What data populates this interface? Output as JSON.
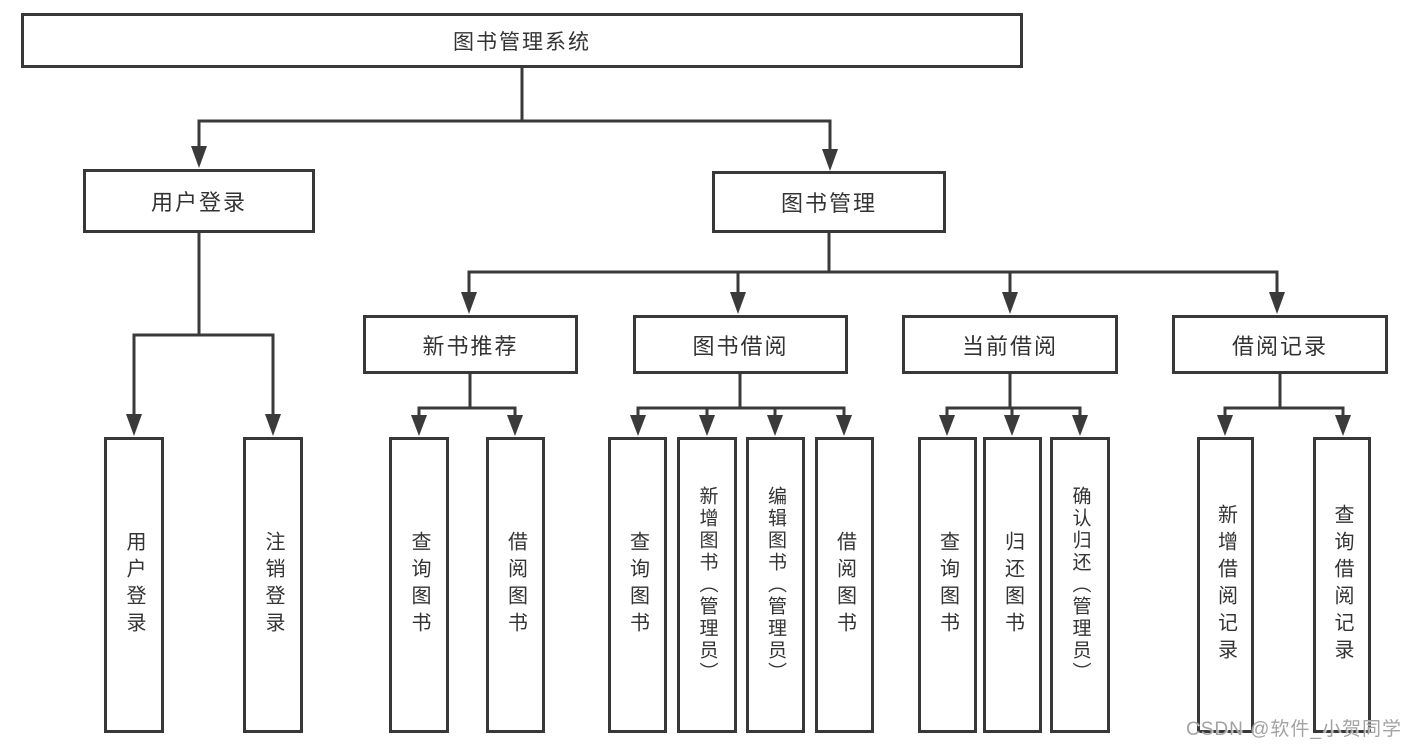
{
  "diagram": {
    "title": "图书管理系统",
    "root": {
      "label": "图书管理系统"
    },
    "level2": [
      {
        "label": "用户登录"
      },
      {
        "label": "图书管理"
      }
    ],
    "level3": [
      {
        "label": "新书推荐"
      },
      {
        "label": "图书借阅"
      },
      {
        "label": "当前借阅"
      },
      {
        "label": "借阅记录"
      }
    ],
    "leaves": [
      {
        "label": "用户登录",
        "parent": "用户登录"
      },
      {
        "label": "注销登录",
        "parent": "用户登录"
      },
      {
        "label": "查询图书",
        "parent": "新书推荐"
      },
      {
        "label": "借阅图书",
        "parent": "新书推荐"
      },
      {
        "label": "查询图书",
        "parent": "图书借阅"
      },
      {
        "label": "新增图书（管理员）",
        "parent": "图书借阅"
      },
      {
        "label": "编辑图书（管理员）",
        "parent": "图书借阅"
      },
      {
        "label": "借阅图书",
        "parent": "图书借阅"
      },
      {
        "label": "查询图书",
        "parent": "当前借阅"
      },
      {
        "label": "归还图书",
        "parent": "当前借阅"
      },
      {
        "label": "确认归还（管理员）",
        "parent": "当前借阅"
      },
      {
        "label": "新增借阅记录",
        "parent": "借阅记录"
      },
      {
        "label": "查询借阅记录",
        "parent": "借阅记录"
      }
    ]
  },
  "watermark": {
    "text": "CSDN @软件_小贺同学"
  },
  "colors": {
    "line": "#3a3a3a",
    "text": "#333333",
    "background": "#ffffff",
    "watermark": "#a3a3a3"
  }
}
